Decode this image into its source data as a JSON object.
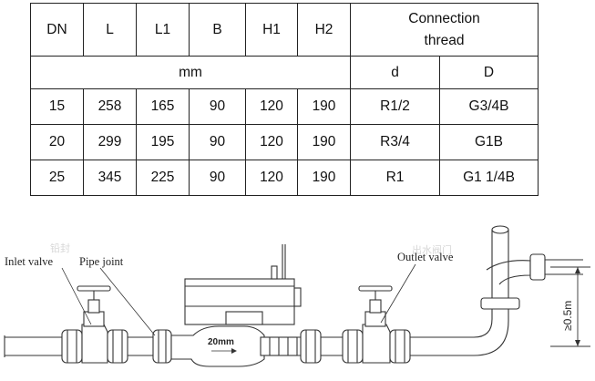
{
  "table": {
    "headers": [
      "DN",
      "L",
      "L1",
      "B",
      "H1",
      "H2"
    ],
    "connection_header": "Connection thread",
    "connection_line1": "Connection",
    "connection_line2": "thread",
    "unit": "mm",
    "sub_d": "d",
    "sub_D": "D",
    "rows": [
      [
        "15",
        "258",
        "165",
        "90",
        "120",
        "190",
        "R1/2",
        "G3/4B"
      ],
      [
        "20",
        "299",
        "195",
        "90",
        "120",
        "190",
        "R3/4",
        "G1B"
      ],
      [
        "25",
        "345",
        "225",
        "90",
        "120",
        "190",
        "R1",
        "G1 1/4B"
      ]
    ]
  },
  "diagram": {
    "inlet_label": "Inlet valve",
    "pipe_joint_label": "Pipe joint",
    "outlet_label": "Outlet valve",
    "meter_size": "20mm",
    "height_note": "≥0.5m",
    "ghost_left": "铅封",
    "ghost_right": "出水阀门"
  }
}
